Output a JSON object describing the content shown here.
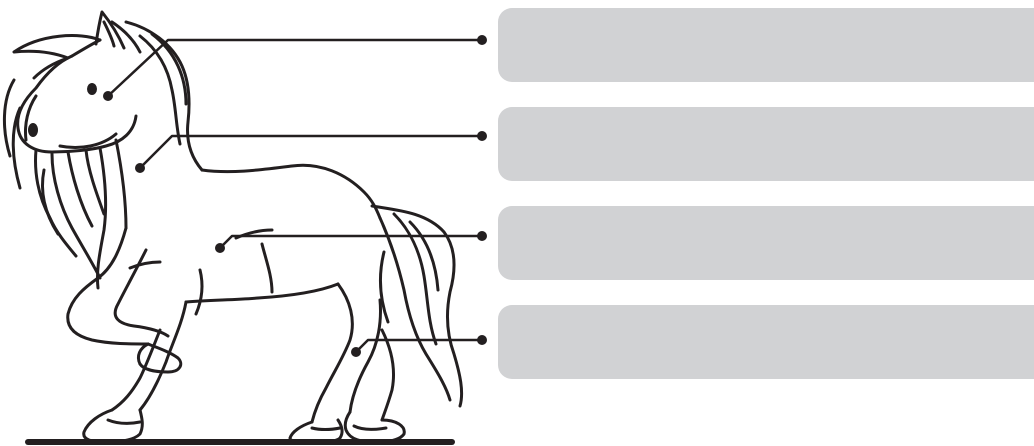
{
  "diagram": {
    "subject": "horse",
    "label_boxes": [
      {
        "id": 1,
        "text": "",
        "points_to": "eye"
      },
      {
        "id": 2,
        "text": "",
        "points_to": "neck"
      },
      {
        "id": 3,
        "text": "",
        "points_to": "body"
      },
      {
        "id": 4,
        "text": "",
        "points_to": "hind-leg"
      }
    ]
  },
  "colors": {
    "ink": "#231f20",
    "box_fill": "#d1d2d4",
    "background": "#ffffff"
  }
}
